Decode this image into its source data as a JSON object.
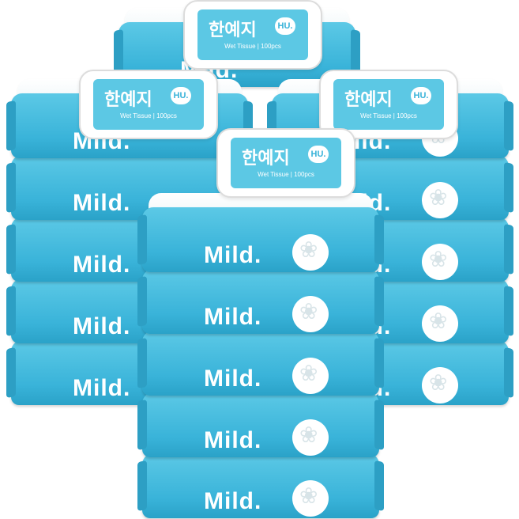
{
  "image": {
    "description_text": {
      "brand": "한예지",
      "hu_badge": "HU.",
      "subtitle": "Wet Tissue | 100pcs",
      "pack_word": "Mild."
    },
    "colors": {
      "pack_blue": "#39b3d9",
      "pack_blue_light": "#5cc9e6",
      "lid_white": "#ffffff",
      "text_white": "#ffffff"
    },
    "stacks": [
      {
        "id": "left",
        "rows": 5,
        "has_lid": true
      },
      {
        "id": "back",
        "rows": 1,
        "has_lid": true
      },
      {
        "id": "right",
        "rows": 5,
        "has_lid": true
      },
      {
        "id": "front",
        "rows": 5,
        "has_lid": true
      }
    ]
  }
}
